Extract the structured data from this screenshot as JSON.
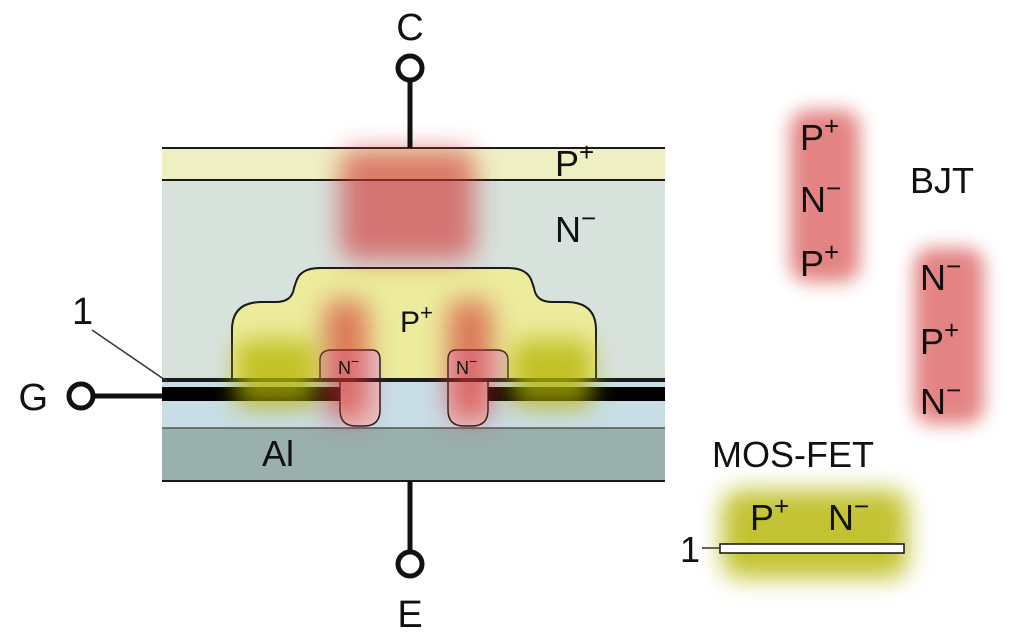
{
  "terminals": {
    "collector": "C",
    "emitter": "E",
    "gate": "G"
  },
  "layers": {
    "top_p": {
      "base": "P",
      "sup": "+"
    },
    "drift_n": {
      "base": "N",
      "sup": "−"
    },
    "body_p": {
      "base": "P",
      "sup": "+"
    },
    "source_left": {
      "base": "N",
      "sup": "−"
    },
    "source_right": {
      "base": "N",
      "sup": "−"
    },
    "metal": "Al"
  },
  "callout_number": "1",
  "bjt_legend": {
    "title": "BJT",
    "pnp": [
      {
        "base": "P",
        "sup": "+"
      },
      {
        "base": "N",
        "sup": "−"
      },
      {
        "base": "P",
        "sup": "+"
      }
    ],
    "npn": [
      {
        "base": "N",
        "sup": "−"
      },
      {
        "base": "P",
        "sup": "+"
      },
      {
        "base": "N",
        "sup": "−"
      }
    ]
  },
  "mosfet_legend": {
    "title": "MOS-FET",
    "p": {
      "base": "P",
      "sup": "+"
    },
    "n": {
      "base": "N",
      "sup": "−"
    },
    "callout": "1"
  },
  "colors": {
    "p_plus_top": "#eef0c4",
    "n_drift": "#d7e2dc",
    "p_body": "#ecec9c",
    "n_source": "#e8c7c7",
    "oxide_layer": "#c9dde6",
    "aluminium": "#99b0ad",
    "gate_metal": "#000000",
    "bjt_glow": "#d23232",
    "mosfet_glow": "#b4b400"
  }
}
